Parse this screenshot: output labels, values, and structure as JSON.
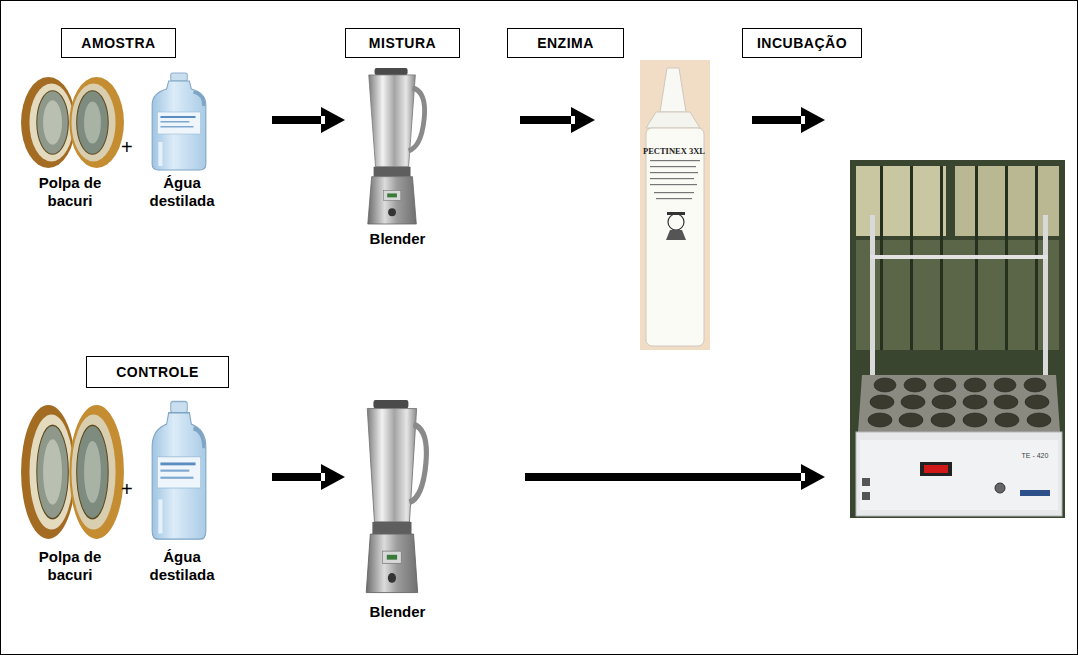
{
  "diagram": {
    "nodes": [
      {
        "text": [
          "AMOSTRA"
        ]
      },
      {
        "text": [
          "MISTURA"
        ]
      },
      {
        "text": [
          "ENZIMA"
        ]
      },
      {
        "text": [
          "INCUBAÇÃO"
        ]
      },
      {
        "text": [
          "Polpa de bacuri",
          "Água destilada"
        ]
      },
      {
        "text": [
          "Blender"
        ]
      },
      {
        "text": [
          "PECTINEX 3XL"
        ]
      },
      {
        "text": [
          "TE - 420"
        ]
      },
      {
        "text": [
          "CONTROLE"
        ]
      },
      {
        "text": [
          "Polpa de bacuri",
          "Água destilada"
        ]
      },
      {
        "text": [
          "Blender"
        ]
      }
    ],
    "edges": [
      {
        "from": 4,
        "to": 5,
        "arrow": "to"
      },
      {
        "from": 5,
        "to": 6,
        "arrow": "to"
      },
      {
        "from": 6,
        "to": 7,
        "arrow": "to"
      },
      {
        "from": 9,
        "to": 10,
        "arrow": "to"
      },
      {
        "from": 10,
        "to": 7,
        "arrow": "to"
      }
    ],
    "labels": [
      "+",
      "+"
    ]
  }
}
